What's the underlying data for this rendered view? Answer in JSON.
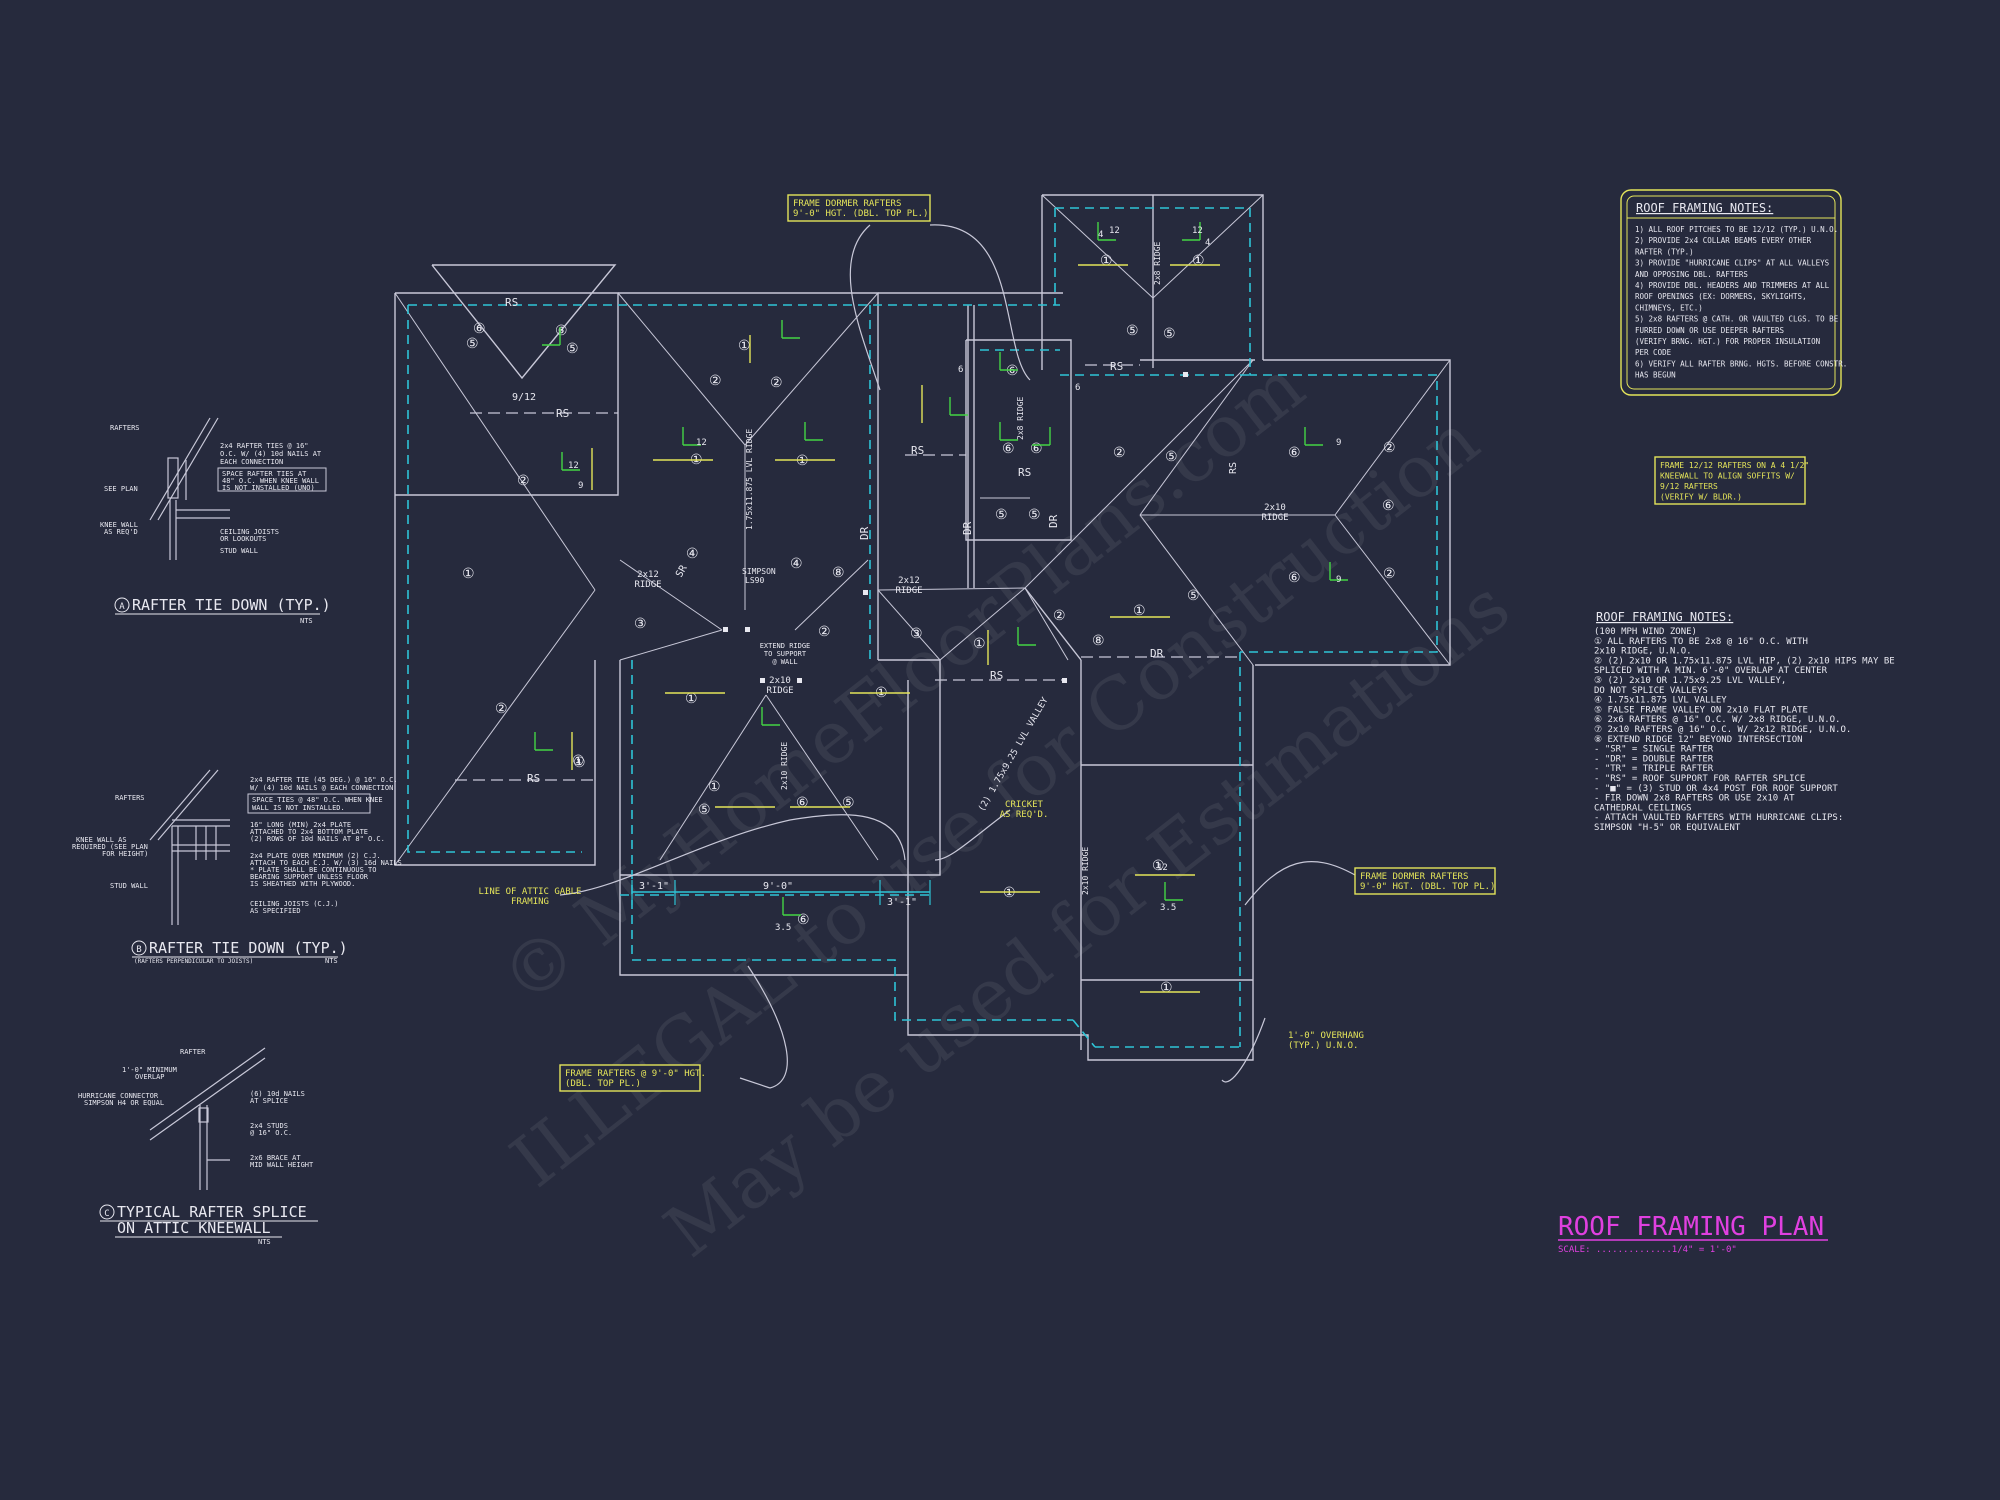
{
  "sheet": {
    "background": "#262a3d"
  },
  "watermark": {
    "line1": "© MyHomeFloorPlans.com",
    "line2": "ILLEGAL to use for Construction",
    "line3": "May be used for Estimations"
  },
  "title_block": {
    "title": "ROOF FRAMING PLAN",
    "scale": "SCALE: ..............1/4\" = 1'-0\"",
    "accent": "#e040e0"
  },
  "notes_top": {
    "heading": "ROOF FRAMING NOTES:",
    "lines": [
      "1) ALL ROOF PITCHES TO BE 12/12 (TYP.) U.N.O.",
      "2) PROVIDE 2x4 COLLAR BEAMS EVERY OTHER",
      "   RAFTER (TYP.)",
      "3) PROVIDE \"HURRICANE CLIPS\" AT ALL VALLEYS",
      "   AND OPPOSING DBL. RAFTERS",
      "4) PROVIDE DBL. HEADERS AND TRIMMERS AT ALL",
      "   ROOF OPENINGS (EX: DORMERS, SKYLIGHTS,",
      "   CHIMNEYS, ETC.)",
      "5) 2x8 RAFTERS @ CATH. OR VAULTED CLGS. TO BE",
      "   FURRED DOWN OR USE DEEPER RAFTERS",
      "   (VERIFY BRNG. HGT.) FOR PROPER INSULATION",
      "   PER CODE",
      "6) VERIFY ALL RAFTER BRNG. HGTS. BEFORE CONSTR.",
      "   HAS BEGUN"
    ]
  },
  "notes_kneewall": {
    "lines": [
      "FRAME 12/12 RAFTERS ON A 4 1/2\"",
      "KNEEWALL TO ALIGN SOFFITS W/",
      "9/12 RAFTERS",
      "(VERIFY W/ BLDR.)"
    ]
  },
  "notes_legend": {
    "heading": "ROOF FRAMING NOTES:",
    "lines": [
      "(100 MPH WIND ZONE)",
      "① ALL RAFTERS TO BE 2x8 @ 16\" O.C. WITH",
      "   2x10 RIDGE, U.N.O.",
      "② (2) 2x10 OR 1.75x11.875 LVL HIP, (2) 2x10 HIPS MAY BE",
      "   SPLICED WITH A MIN. 6'-0\" OVERLAP AT CENTER",
      "③ (2) 2x10 OR 1.75x9.25 LVL VALLEY,",
      "   DO NOT SPLICE VALLEYS",
      "④ 1.75x11.875 LVL VALLEY",
      "⑤ FALSE FRAME VALLEY ON 2x10 FLAT PLATE",
      "⑥ 2x6 RAFTERS @ 16\" O.C. W/ 2x8 RIDGE, U.N.O.",
      "⑦ 2x10 RAFTERS @ 16\" O.C. W/ 2x12 RIDGE, U.N.O.",
      "⑧ EXTEND RIDGE 12\" BEYOND INTERSECTION",
      "- \"SR\" = SINGLE RAFTER",
      "- \"DR\" = DOUBLE RAFTER",
      "- \"TR\" = TRIPLE RAFTER",
      "- \"RS\" = ROOF SUPPORT FOR RAFTER SPLICE",
      "- \"■\" = (3) STUD OR 4x4 POST FOR ROOF SUPPORT",
      "- FIR DOWN 2x8 RAFTERS OR USE 2x10 AT",
      "  CATHEDRAL CEILINGS",
      "- ATTACH VAULTED RAFTERS WITH HURRICANE CLIPS:",
      "  SIMPSON \"H-5\" OR EQUIVALENT"
    ]
  },
  "callouts": {
    "dormer_top": [
      "FRAME DORMER RAFTERS",
      "9'-0\" HGT. (DBL. TOP PL.)"
    ],
    "dormer_right": [
      "FRAME DORMER RAFTERS",
      "9'-0\" HGT. (DBL. TOP PL.)"
    ],
    "rafters_bottom": [
      "FRAME RAFTERS @ 9'-0\" HGT.",
      "(DBL. TOP PL.)"
    ],
    "attic_gable": [
      "LINE OF ATTIC GABLE",
      "FRAMING"
    ],
    "cricket": [
      "CRICKET",
      "AS REQ'D."
    ],
    "overhang": [
      "1'-0\" OVERHANG",
      "(TYP.) U.N.O."
    ],
    "extend_ridge": [
      "EXTEND RIDGE",
      "TO SUPPORT",
      "@ WALL"
    ],
    "simpson": [
      "SIMPSON",
      "LS90"
    ],
    "valley_diag": "(2) 1.75x9.25 LVL VALLEY"
  },
  "plan_labels": {
    "rs": "RS",
    "dr": "DR",
    "sr": "SR",
    "ridge_2x12": [
      "2x12",
      "RIDGE"
    ],
    "ridge_2x10": [
      "2x10",
      "RIDGE"
    ],
    "lvl_ridge": "1.75x11.875 LVL RIDGE",
    "ridge_2x8": "2x8 RIDGE",
    "ridge_2x10v": "2x10 RIDGE",
    "pitch_9_12": "9/12",
    "dim_left": "3'-1\"",
    "dim_mid": "9'-0\"",
    "dim_right": "3'-1\"",
    "twelve": "12",
    "nine": "9",
    "four": "4",
    "six": "6",
    "eight": "8",
    "three5": "3.5",
    "c1": "①",
    "c2": "②",
    "c3": "③",
    "c4": "④",
    "c5": "⑤",
    "c6": "⑥",
    "c8": "⑧"
  },
  "detail_a": {
    "title": "RAFTER TIE DOWN (TYP.)",
    "letter": "A",
    "nts": "NTS",
    "labels": [
      "RAFTERS",
      "2x4 RAFTER TIES @ 16\"",
      "O.C. W/ (4) 10d NAILS AT",
      "EACH CONNECTION",
      "SPACE RAFTER TIES AT",
      "48\" O.C. WHEN KNEE WALL",
      "IS NOT INSTALLED (UNO)",
      "SEE PLAN",
      "KNEE WALL",
      "AS REQ'D",
      "CEILING JOISTS",
      "OR LOOKOUTS",
      "STUD WALL"
    ]
  },
  "detail_b": {
    "title": "RAFTER TIE DOWN (TYP.)",
    "letter": "B",
    "nts": "NTS",
    "subtitle": "(RAFTERS PERPENDICULAR TO JOISTS)",
    "labels": [
      "RAFTERS",
      "2x4 RAFTER TIE (45 DEG.) @ 16\" O.C.",
      "W/ (4) 10d NAILS @ EACH CONNECTION",
      "SPACE TIES @ 48\" O.C. WHEN KNEE",
      "WALL IS NOT INSTALLED.",
      "16\" LONG (MIN) 2x4 PLATE",
      "ATTACHED TO 2x4 BOTTOM PLATE",
      "(2) ROWS OF 10d NAILS AT 8\" O.C.",
      "2x4 PLATE OVER MINIMUM (2) C.J.",
      "ATTACH TO EACH C.J. W/ (3) 16d NAILS",
      "* PLATE SHALL BE CONTINUOUS TO",
      "BEARING SUPPORT UNLESS FLOOR",
      "IS SHEATHED WITH PLYWOOD.",
      "KNEE WALL AS",
      "REQUIRED (SEE PLAN",
      "FOR HEIGHT)",
      "STUD WALL",
      "CEILING JOISTS (C.J.)",
      "AS SPECIFIED"
    ]
  },
  "detail_c": {
    "title1": "TYPICAL RAFTER SPLICE",
    "title2": "ON ATTIC KNEEWALL",
    "letter": "C",
    "nts": "NTS",
    "labels": [
      "RAFTER",
      "1'-0\" MINIMUM",
      "OVERLAP",
      "HURRICANE CONNECTOR",
      "SIMPSON H4 OR EQUAL",
      "(6) 10d NAILS",
      "AT SPLICE",
      "2x4 STUDS",
      "@ 16\" O.C.",
      "2x6 BRACE AT",
      "MID WALL HEIGHT"
    ]
  }
}
